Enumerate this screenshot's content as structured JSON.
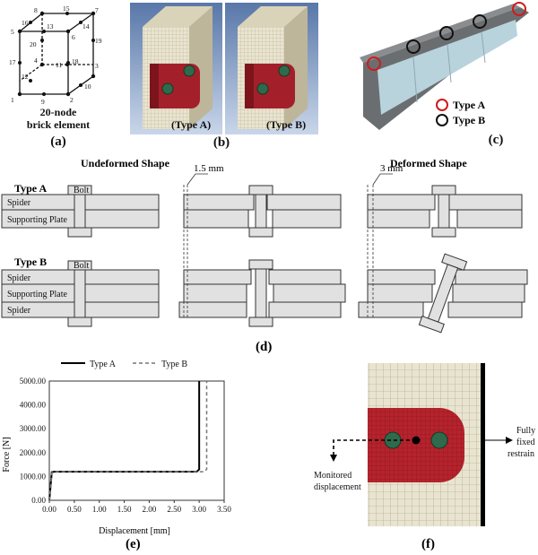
{
  "panel_a": {
    "node_labels": [
      "1",
      "2",
      "3",
      "4",
      "5",
      "6",
      "7",
      "8",
      "9",
      "10",
      "11",
      "12",
      "13",
      "14",
      "15",
      "16",
      "17",
      "18",
      "19",
      "20"
    ],
    "caption_line1": "20-node",
    "caption_line2": "brick element",
    "label": "(a)"
  },
  "panel_b": {
    "left_tag": "(Type A)",
    "right_tag": "(Type B)",
    "label": "(b)"
  },
  "panel_c": {
    "legend": [
      {
        "text": "Type A",
        "color": "#d11a1a"
      },
      {
        "text": "Type B",
        "color": "#111111"
      }
    ],
    "label": "(c)"
  },
  "panel_d": {
    "undeformed_title": "Undeformed Shape",
    "deformed_title": "Deformed Shape",
    "type_a_title": "Type A",
    "type_b_title": "Type B",
    "bolt_label": "Bolt",
    "spider_label": "Spider",
    "supporting_plate_label": "Supporting Plate",
    "gap_a": "1.5 mm",
    "gap_b": "3 mm",
    "label": "(d)"
  },
  "panel_e": {
    "label": "(e)",
    "chart_data": {
      "type": "line",
      "xlabel": "Displacement [mm]",
      "ylabel": "Force [N]",
      "xlim": [
        0,
        3.5
      ],
      "ylim": [
        0,
        5000
      ],
      "x_ticks": [
        "0.00",
        "0.50",
        "1.00",
        "1.50",
        "2.00",
        "2.50",
        "3.00",
        "3.50"
      ],
      "y_ticks": [
        "0.00",
        "1000.00",
        "2000.00",
        "3000.00",
        "4000.00",
        "5000.00"
      ],
      "legend_position": "top",
      "series": [
        {
          "name": "Type A",
          "style": "solid",
          "color": "#000000",
          "x": [
            0,
            0.05,
            0.1,
            1.0,
            2.0,
            2.95,
            3.0,
            3.0
          ],
          "y": [
            0,
            1180,
            1200,
            1200,
            1200,
            1200,
            1300,
            5000
          ]
        },
        {
          "name": "Type B",
          "style": "dashed",
          "color": "#777777",
          "x": [
            0,
            0.05,
            0.1,
            1.0,
            2.0,
            3.1,
            3.15,
            3.15
          ],
          "y": [
            0,
            1150,
            1200,
            1200,
            1200,
            1200,
            1300,
            5000
          ]
        }
      ]
    }
  },
  "panel_f": {
    "monitored_line1": "Monitored",
    "monitored_line2": "displacement",
    "fixed_line1": "Fully",
    "fixed_line2": "fixed",
    "fixed_line3": "restrain",
    "label": "(f)"
  },
  "colors": {
    "plate_red": "#b5232c",
    "mesh_beige": "#e9e4cf",
    "glass": "#b9d3dd",
    "frame_grey": "#6b6e70",
    "bolt_green": "#2e6b4c"
  }
}
